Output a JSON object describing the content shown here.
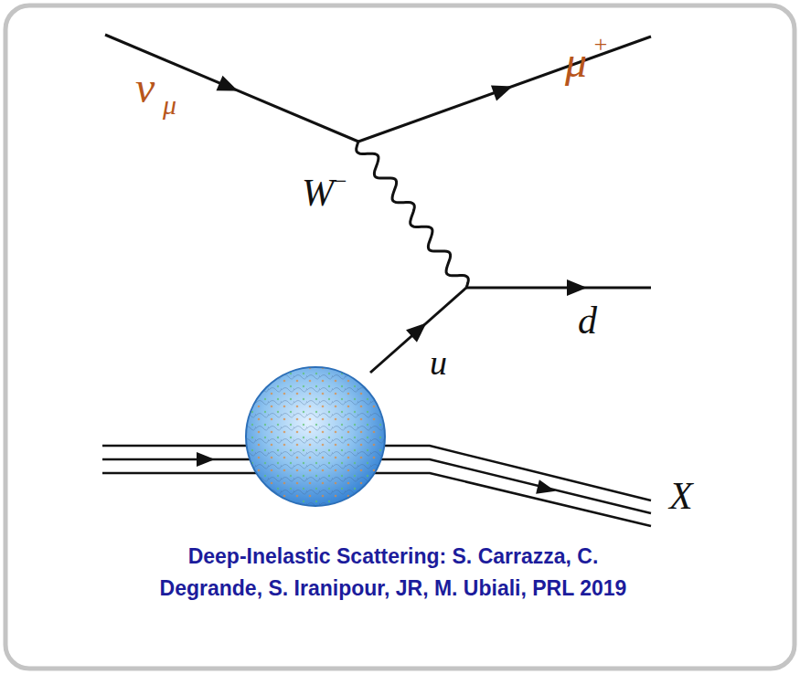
{
  "diagram": {
    "caption": "Deep-Inelastic Scattering: S. Carrazza, C. Degrande, S. Iranipour, JR, M. Ubiali, PRL 2019",
    "labels": [
      "ν",
      "μ",
      "μ",
      "+",
      "W",
      "−",
      "d",
      "u",
      "X"
    ]
  }
}
